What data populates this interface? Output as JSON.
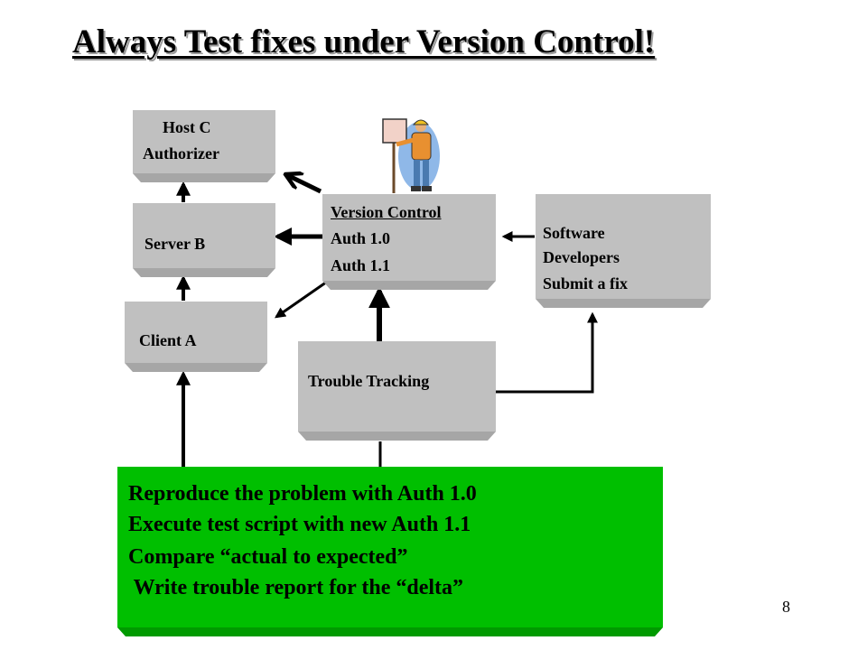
{
  "slide": {
    "title": "Always Test fixes under Version Control!",
    "page_number": "8"
  },
  "boxes": {
    "host": {
      "line1": "Host   C",
      "line2": "Authorizer"
    },
    "server": {
      "label": "Server B"
    },
    "client": {
      "label": "Client A"
    },
    "version_control": {
      "heading": "Version Control",
      "line1": "Auth 1.0",
      "line2": "Auth 1.1"
    },
    "developers": {
      "line1": "Software",
      "line2": "Developers",
      "line3": "Submit a fix"
    },
    "trouble_tracking": {
      "label": "Trouble Tracking"
    }
  },
  "steps": [
    "Reproduce the problem with Auth 1.0",
    "Execute test script with new Auth 1.1",
    "Compare “actual to expected”",
    " Write trouble report for the “delta”"
  ],
  "colors": {
    "box_gray": "#c0c0c0",
    "steps_green": "#00bf00"
  },
  "icons": {
    "worker": "construction-worker-holding-sign"
  }
}
